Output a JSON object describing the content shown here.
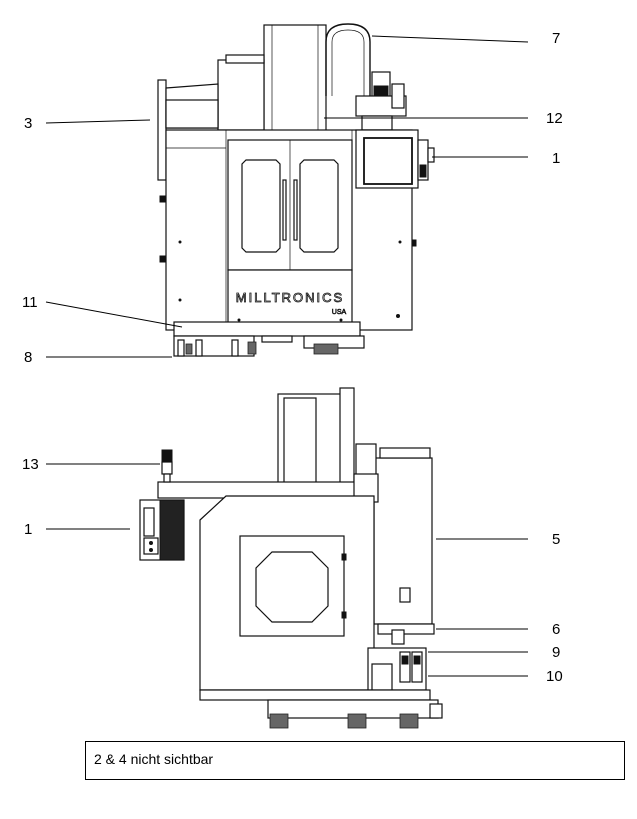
{
  "callouts": {
    "front": [
      {
        "id": "c-7",
        "text": "7"
      },
      {
        "id": "c-3",
        "text": "3"
      },
      {
        "id": "c-12",
        "text": "12"
      },
      {
        "id": "c-1a",
        "text": "1"
      },
      {
        "id": "c-11",
        "text": "11"
      },
      {
        "id": "c-8",
        "text": "8"
      }
    ],
    "side": [
      {
        "id": "c-13",
        "text": "13"
      },
      {
        "id": "c-1b",
        "text": "1"
      },
      {
        "id": "c-5",
        "text": "5"
      },
      {
        "id": "c-6",
        "text": "6"
      },
      {
        "id": "c-9",
        "text": "9"
      },
      {
        "id": "c-10",
        "text": "10"
      }
    ]
  },
  "brand": {
    "name": "MILLTRONICS",
    "sub": "USA"
  },
  "note": "2 & 4 nicht sichtbar"
}
